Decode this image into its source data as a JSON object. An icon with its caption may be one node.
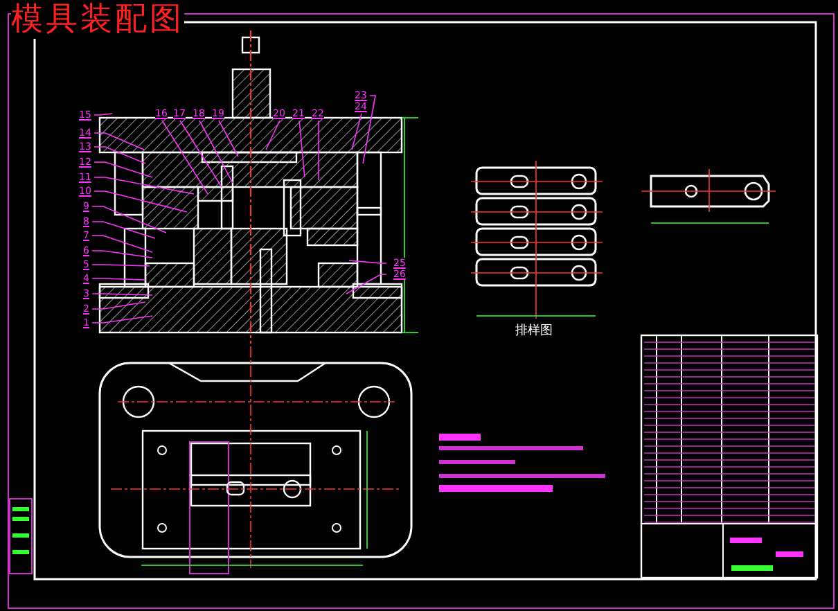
{
  "diagram": {
    "title": "模具装配图",
    "nodes": [
      {
        "text": [
          "1"
        ]
      },
      {
        "text": [
          "2"
        ]
      },
      {
        "text": [
          "3"
        ]
      },
      {
        "text": [
          "4"
        ]
      },
      {
        "text": [
          "5"
        ]
      },
      {
        "text": [
          "6"
        ]
      },
      {
        "text": [
          "7"
        ]
      },
      {
        "text": [
          "8"
        ]
      },
      {
        "text": [
          "9"
        ]
      },
      {
        "text": [
          "10"
        ]
      },
      {
        "text": [
          "11"
        ]
      },
      {
        "text": [
          "12"
        ]
      },
      {
        "text": [
          "13"
        ]
      },
      {
        "text": [
          "14"
        ]
      },
      {
        "text": [
          "15"
        ]
      },
      {
        "text": [
          "16"
        ]
      },
      {
        "text": [
          "17"
        ]
      },
      {
        "text": [
          "18"
        ]
      },
      {
        "text": [
          "19"
        ]
      },
      {
        "text": [
          "20"
        ]
      },
      {
        "text": [
          "21"
        ]
      },
      {
        "text": [
          "22"
        ]
      },
      {
        "text": [
          "23"
        ]
      },
      {
        "text": [
          "24"
        ]
      },
      {
        "text": [
          "25"
        ]
      },
      {
        "text": [
          "26"
        ]
      }
    ],
    "edges": [
      {
        "from": 0,
        "to": null,
        "arrow": "none"
      },
      {
        "from": 1,
        "to": null,
        "arrow": "none"
      },
      {
        "from": 2,
        "to": null,
        "arrow": "none"
      },
      {
        "from": 3,
        "to": null,
        "arrow": "none"
      },
      {
        "from": 4,
        "to": null,
        "arrow": "none"
      },
      {
        "from": 5,
        "to": null,
        "arrow": "none"
      },
      {
        "from": 6,
        "to": null,
        "arrow": "none"
      },
      {
        "from": 7,
        "to": null,
        "arrow": "none"
      },
      {
        "from": 8,
        "to": null,
        "arrow": "none"
      },
      {
        "from": 9,
        "to": null,
        "arrow": "none"
      },
      {
        "from": 10,
        "to": null,
        "arrow": "none"
      },
      {
        "from": 11,
        "to": null,
        "arrow": "none"
      },
      {
        "from": 12,
        "to": null,
        "arrow": "none"
      },
      {
        "from": 13,
        "to": null,
        "arrow": "none"
      },
      {
        "from": 14,
        "to": null,
        "arrow": "none"
      },
      {
        "from": 15,
        "to": null,
        "arrow": "none"
      },
      {
        "from": 16,
        "to": null,
        "arrow": "none"
      },
      {
        "from": 17,
        "to": null,
        "arrow": "none"
      },
      {
        "from": 18,
        "to": null,
        "arrow": "none"
      },
      {
        "from": 19,
        "to": null,
        "arrow": "none"
      },
      {
        "from": 20,
        "to": null,
        "arrow": "none"
      },
      {
        "from": 21,
        "to": null,
        "arrow": "none"
      },
      {
        "from": 22,
        "to": null,
        "arrow": "none"
      },
      {
        "from": 23,
        "to": null,
        "arrow": "none"
      },
      {
        "from": 24,
        "to": null,
        "arrow": "none"
      },
      {
        "from": 25,
        "to": null,
        "arrow": "none"
      }
    ],
    "labels": [
      "排样图"
    ]
  }
}
